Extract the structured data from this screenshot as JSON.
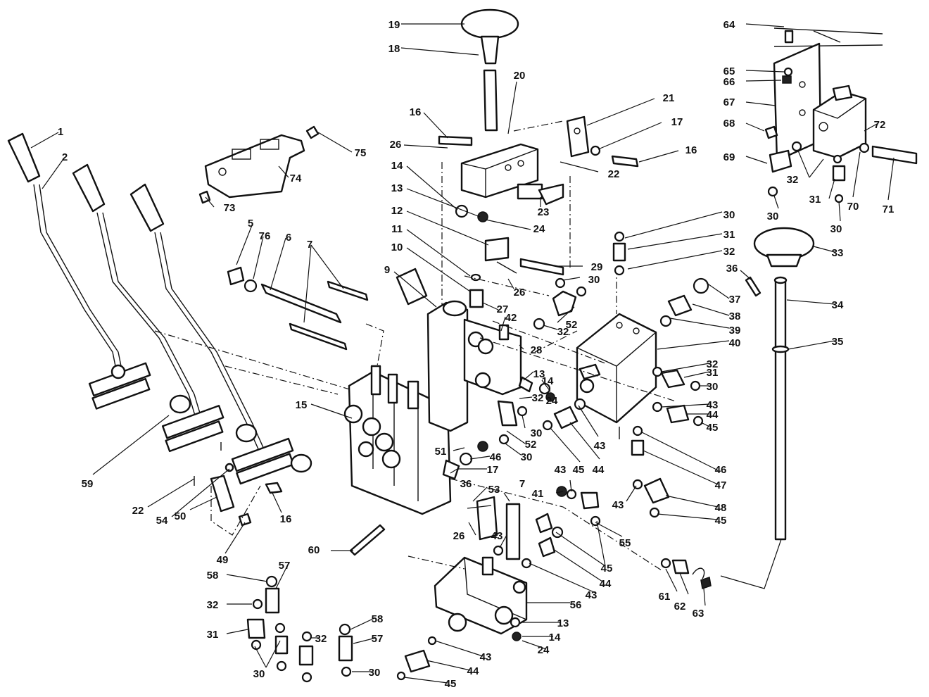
{
  "diagram": {
    "type": "exploded parts diagram",
    "callouts": [
      "1",
      "2",
      "5",
      "6",
      "7",
      "9",
      "10",
      "11",
      "12",
      "13",
      "14",
      "15",
      "16",
      "17",
      "18",
      "19",
      "20",
      "21",
      "22",
      "23",
      "24",
      "26",
      "27",
      "28",
      "29",
      "30",
      "31",
      "32",
      "33",
      "34",
      "35",
      "36",
      "37",
      "38",
      "39",
      "40",
      "41",
      "42",
      "43",
      "44",
      "45",
      "46",
      "47",
      "48",
      "49",
      "50",
      "51",
      "52",
      "53",
      "54",
      "55",
      "56",
      "57",
      "58",
      "59",
      "60",
      "61",
      "62",
      "63",
      "64",
      "65",
      "66",
      "67",
      "68",
      "69",
      "70",
      "71",
      "72",
      "73",
      "74",
      "75",
      "76"
    ]
  },
  "labels": [
    {
      "id": "n1",
      "text": "1"
    },
    {
      "id": "n2",
      "text": "2"
    },
    {
      "id": "n5",
      "text": "5"
    },
    {
      "id": "n76",
      "text": "76"
    },
    {
      "id": "n6",
      "text": "6"
    },
    {
      "id": "n7a",
      "text": "7"
    },
    {
      "id": "n73",
      "text": "73"
    },
    {
      "id": "n74",
      "text": "74"
    },
    {
      "id": "n75",
      "text": "75"
    },
    {
      "id": "n19",
      "text": "19"
    },
    {
      "id": "n18",
      "text": "18"
    },
    {
      "id": "n20",
      "text": "20"
    },
    {
      "id": "n16a",
      "text": "16"
    },
    {
      "id": "n26a",
      "text": "26"
    },
    {
      "id": "n14a",
      "text": "14"
    },
    {
      "id": "n13a",
      "text": "13"
    },
    {
      "id": "n12",
      "text": "12"
    },
    {
      "id": "n11",
      "text": "11"
    },
    {
      "id": "n10",
      "text": "10"
    },
    {
      "id": "n9",
      "text": "9"
    },
    {
      "id": "n21",
      "text": "21"
    },
    {
      "id": "n17a",
      "text": "17"
    },
    {
      "id": "n16b",
      "text": "16"
    },
    {
      "id": "n22a",
      "text": "22"
    },
    {
      "id": "n23",
      "text": "23"
    },
    {
      "id": "n24a",
      "text": "24"
    },
    {
      "id": "n29",
      "text": "29"
    },
    {
      "id": "n26b",
      "text": "26"
    },
    {
      "id": "n30a",
      "text": "30"
    },
    {
      "id": "n27",
      "text": "27"
    },
    {
      "id": "n42",
      "text": "42"
    },
    {
      "id": "n52a",
      "text": "52"
    },
    {
      "id": "n32a",
      "text": "32"
    },
    {
      "id": "n28",
      "text": "28"
    },
    {
      "id": "n13b",
      "text": "13"
    },
    {
      "id": "n14b",
      "text": "14"
    },
    {
      "id": "n24b",
      "text": "24"
    },
    {
      "id": "n32b",
      "text": "32"
    },
    {
      "id": "n30b",
      "text": "30"
    },
    {
      "id": "n52b",
      "text": "52"
    },
    {
      "id": "n30c",
      "text": "30"
    },
    {
      "id": "n51",
      "text": "51"
    },
    {
      "id": "n46a",
      "text": "46"
    },
    {
      "id": "n17b",
      "text": "17"
    },
    {
      "id": "n15",
      "text": "15"
    },
    {
      "id": "n59",
      "text": "59"
    },
    {
      "id": "n22b",
      "text": "22"
    },
    {
      "id": "n54",
      "text": "54"
    },
    {
      "id": "n50",
      "text": "50"
    },
    {
      "id": "n49",
      "text": "49"
    },
    {
      "id": "n16c",
      "text": "16"
    },
    {
      "id": "n30d",
      "text": "30"
    },
    {
      "id": "n31a",
      "text": "31"
    },
    {
      "id": "n32c",
      "text": "32"
    },
    {
      "id": "n37",
      "text": "37"
    },
    {
      "id": "n38",
      "text": "38"
    },
    {
      "id": "n39",
      "text": "39"
    },
    {
      "id": "n40",
      "text": "40"
    },
    {
      "id": "n32d",
      "text": "32"
    },
    {
      "id": "n31b",
      "text": "31"
    },
    {
      "id": "n30e",
      "text": "30"
    },
    {
      "id": "n43a",
      "text": "43"
    },
    {
      "id": "n44a",
      "text": "44"
    },
    {
      "id": "n45a",
      "text": "45"
    },
    {
      "id": "n43b",
      "text": "43"
    },
    {
      "id": "n45b",
      "text": "45"
    },
    {
      "id": "n44b",
      "text": "44"
    },
    {
      "id": "n46b",
      "text": "46"
    },
    {
      "id": "n47",
      "text": "47"
    },
    {
      "id": "n48",
      "text": "48"
    },
    {
      "id": "n45c",
      "text": "45"
    },
    {
      "id": "n43c",
      "text": "43"
    },
    {
      "id": "n43d",
      "text": "43"
    },
    {
      "id": "n55",
      "text": "55"
    },
    {
      "id": "n41",
      "text": "41"
    },
    {
      "id": "n36a",
      "text": "36"
    },
    {
      "id": "n53",
      "text": "53"
    },
    {
      "id": "n7b",
      "text": "7"
    },
    {
      "id": "n26c",
      "text": "26"
    },
    {
      "id": "n43e",
      "text": "43"
    },
    {
      "id": "n45d",
      "text": "45"
    },
    {
      "id": "n44c",
      "text": "44"
    },
    {
      "id": "n43f",
      "text": "43"
    },
    {
      "id": "n56",
      "text": "56"
    },
    {
      "id": "n13c",
      "text": "13"
    },
    {
      "id": "n14c",
      "text": "14"
    },
    {
      "id": "n24c",
      "text": "24"
    },
    {
      "id": "n43g",
      "text": "43"
    },
    {
      "id": "n44d",
      "text": "44"
    },
    {
      "id": "n45e",
      "text": "45"
    },
    {
      "id": "n60",
      "text": "60"
    },
    {
      "id": "n58a",
      "text": "58"
    },
    {
      "id": "n57a",
      "text": "57"
    },
    {
      "id": "n32e",
      "text": "32"
    },
    {
      "id": "n31c",
      "text": "31"
    },
    {
      "id": "n30f",
      "text": "30"
    },
    {
      "id": "n32f",
      "text": "32"
    },
    {
      "id": "n58b",
      "text": "58"
    },
    {
      "id": "n57b",
      "text": "57"
    },
    {
      "id": "n30g",
      "text": "30"
    },
    {
      "id": "n61",
      "text": "61"
    },
    {
      "id": "n62",
      "text": "62"
    },
    {
      "id": "n63",
      "text": "63"
    },
    {
      "id": "n64",
      "text": "64"
    },
    {
      "id": "n65",
      "text": "65"
    },
    {
      "id": "n66",
      "text": "66"
    },
    {
      "id": "n67",
      "text": "67"
    },
    {
      "id": "n68",
      "text": "68"
    },
    {
      "id": "n72",
      "text": "72"
    },
    {
      "id": "n69",
      "text": "69"
    },
    {
      "id": "n32g",
      "text": "32"
    },
    {
      "id": "n31d",
      "text": "31"
    },
    {
      "id": "n70",
      "text": "70"
    },
    {
      "id": "n71",
      "text": "71"
    },
    {
      "id": "n30h",
      "text": "30"
    },
    {
      "id": "n30i",
      "text": "30"
    },
    {
      "id": "n33",
      "text": "33"
    },
    {
      "id": "n36b",
      "text": "36"
    },
    {
      "id": "n34",
      "text": "34"
    },
    {
      "id": "n35",
      "text": "35"
    }
  ]
}
